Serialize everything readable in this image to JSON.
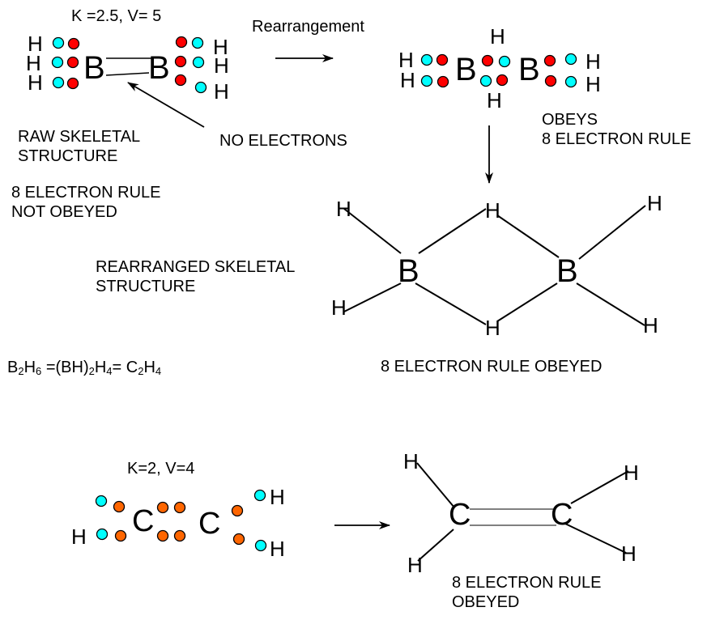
{
  "colors": {
    "electron_cyan": "#00ffff",
    "electron_red": "#ff0000",
    "electron_orange": "#ff6600",
    "line": "#000000",
    "double_bond": "#808080"
  },
  "diborane_raw": {
    "label_kv": "K =2.5, V= 5",
    "boron": "B",
    "hydrogen": "H",
    "caption_structure": "RAW SKELETAL\nSTRUCTURE",
    "caption_rule": "8 ELECTRON RULE\nNOT OBEYED",
    "no_electrons_label": "NO ELECTRONS"
  },
  "rearrangement": {
    "arrow_label": "Rearrangement",
    "boron": "B",
    "hydrogen": "H",
    "caption": "OBEYS\n8 ELECTRON RULE"
  },
  "rearranged_skeletal": {
    "caption": "REARRANGED SKELETAL\nSTRUCTURE",
    "boron": "B",
    "hydrogen": "H",
    "rule_caption": "8 ELECTRON RULE OBEYED"
  },
  "formula": {
    "parts": [
      "B",
      "2",
      "H",
      "6",
      " =(BH)",
      "2",
      "H",
      "4",
      "= C",
      "2",
      "H",
      "4"
    ]
  },
  "ethylene": {
    "label_kv": "K=2, V=4",
    "carbon": "C",
    "hydrogen": "H",
    "rule_caption": "8 ELECTRON RULE\nOBEYED"
  }
}
